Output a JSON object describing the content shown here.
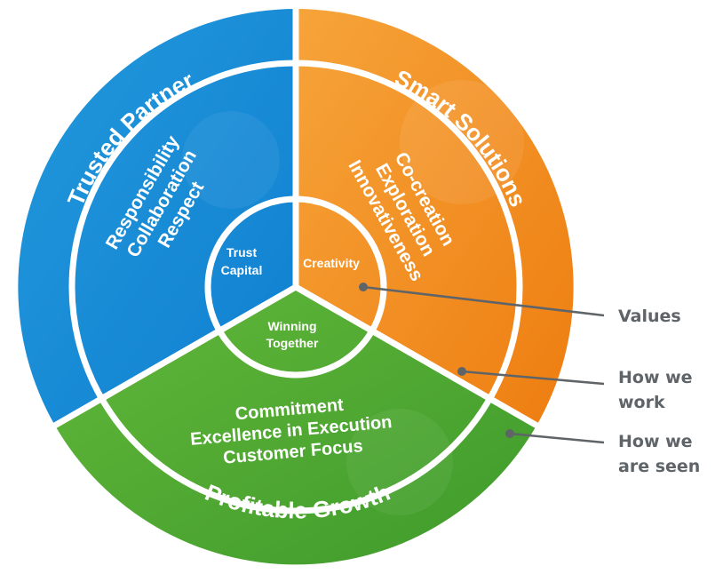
{
  "outer_ring": {
    "blue": "Trusted Partner",
    "orange": "Smart Solutions",
    "green": "Profitable Growth"
  },
  "middle_ring": {
    "blue": [
      "Responsibility",
      "Collaboration",
      "Respect"
    ],
    "orange": [
      "Co-creation",
      "Exploration",
      "Innovativeness"
    ],
    "green": [
      "Commitment",
      "Excellence in Execution",
      "Customer Focus"
    ]
  },
  "center": {
    "blue": [
      "Trust",
      "Capital"
    ],
    "orange": "Creativity",
    "green": [
      "Winning",
      "Together"
    ]
  },
  "legend": {
    "values": "Values",
    "how_we_work": [
      "How we",
      "work"
    ],
    "how_we_are_seen": [
      "How we",
      "are seen"
    ]
  },
  "colors": {
    "blue": "#1f95dc",
    "orange": "#f08a1c",
    "green": "#5cae34",
    "leader": "#5f6468"
  }
}
